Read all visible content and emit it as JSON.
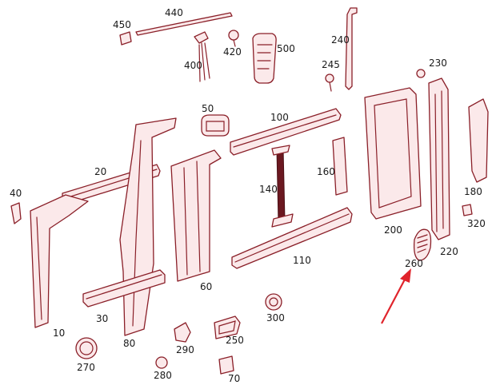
{
  "diagram": {
    "labels": {
      "p440": "440",
      "p450": "450",
      "p400": "400",
      "p420": "420",
      "p500": "500",
      "p240": "240",
      "p245": "245",
      "p230": "230",
      "p50": "50",
      "p100": "100",
      "p20": "20",
      "p40": "40",
      "p140": "140",
      "p160": "160",
      "p180": "180",
      "p200": "200",
      "p320": "320",
      "p220": "220",
      "p260": "260",
      "p110": "110",
      "p60": "60",
      "p10": "10",
      "p30": "30",
      "p80": "80",
      "p300": "300",
      "p290": "290",
      "p250": "250",
      "p270": "270",
      "p280": "280",
      "p70": "70"
    },
    "colors": {
      "line": "#8a1f28",
      "fill": "#fbe9ea",
      "highlight_arrow": "#e0242c"
    }
  }
}
